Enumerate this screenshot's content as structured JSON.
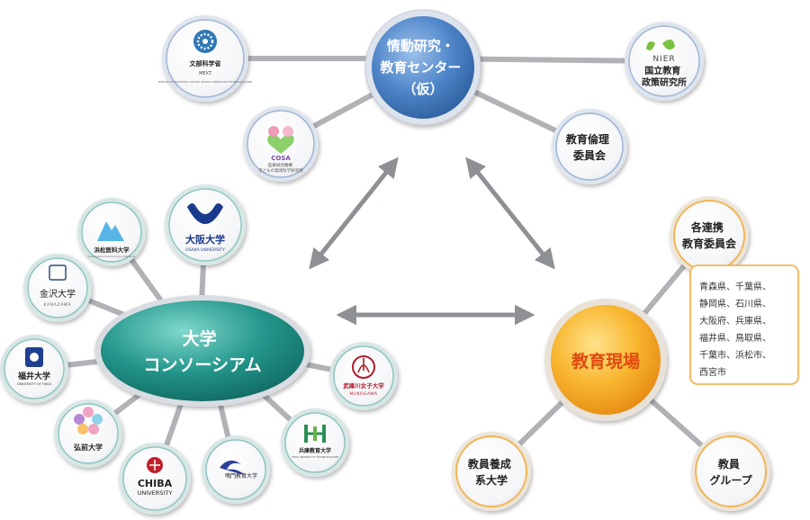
{
  "center": {
    "lines": [
      "情動研究・",
      "教育センター",
      "（仮）"
    ]
  },
  "consortium": {
    "lines": [
      "大学",
      "コンソーシアム"
    ]
  },
  "field": {
    "label": "教育現場"
  },
  "satellites": {
    "mext": {
      "name": "文部科学省",
      "abbr": "MEXT",
      "subtitle": "MINISTRY OF EDUCATION, CULTURE, SPORTS, SCIENCE AND TECHNOLOGY-JAPAN"
    },
    "nier": {
      "abbr": "NIER",
      "lines": [
        "国立教育",
        "政策研究所"
      ]
    },
    "cosa": {
      "abbr": "COSA",
      "lines": [
        "医療研究機構",
        "子どもの発達科学研究所"
      ]
    },
    "ethics": {
      "lines": [
        "教育倫理",
        "委員会"
      ]
    }
  },
  "universities": {
    "hamamatsu": {
      "name": "浜松医科大学",
      "subtitle": "Hamamatsu University School of Medicine"
    },
    "osaka": {
      "name": "大阪大学",
      "subtitle": "OSAKA UNIVERSITY"
    },
    "kanazawa": {
      "name": "金沢大学",
      "subtitle": "KANAZAWA"
    },
    "fukui": {
      "name": "福井大学",
      "subtitle": "UNIVERSITY OF FUKUI"
    },
    "hirosaki": {
      "name": "弘前大学"
    },
    "chiba": {
      "top": "CHIBA",
      "bottom": "UNIVERSITY"
    },
    "naruto": {
      "name": "鳴門教育大学"
    },
    "hyogo": {
      "name": "兵庫教育大学",
      "subtitle": "HYOGO UNIVERSITY OF TEACHER EDUCATION"
    },
    "mukogawa": {
      "name": "武庫川女子大学",
      "subtitle": "MUKOGAWA"
    }
  },
  "field_nodes": {
    "boards": {
      "lines": [
        "各連携",
        "教育委員会"
      ]
    },
    "teacher_univ": {
      "lines": [
        "教員養成",
        "系大学"
      ]
    },
    "teacher_group": {
      "lines": [
        "教員",
        "グループ"
      ]
    }
  },
  "prefectures": [
    "青森県、千葉県、",
    "静岡県、石川県、",
    "大阪府、兵庫県、",
    "福井県、鳥取県、",
    "千葉市、浜松市、",
    "西宮市"
  ],
  "colors": {
    "blue": "#4a80c4",
    "teal": "#1f8f86",
    "orange": "#f4a020",
    "connector": "#b0b2b6",
    "arrow": "#8e9094"
  }
}
